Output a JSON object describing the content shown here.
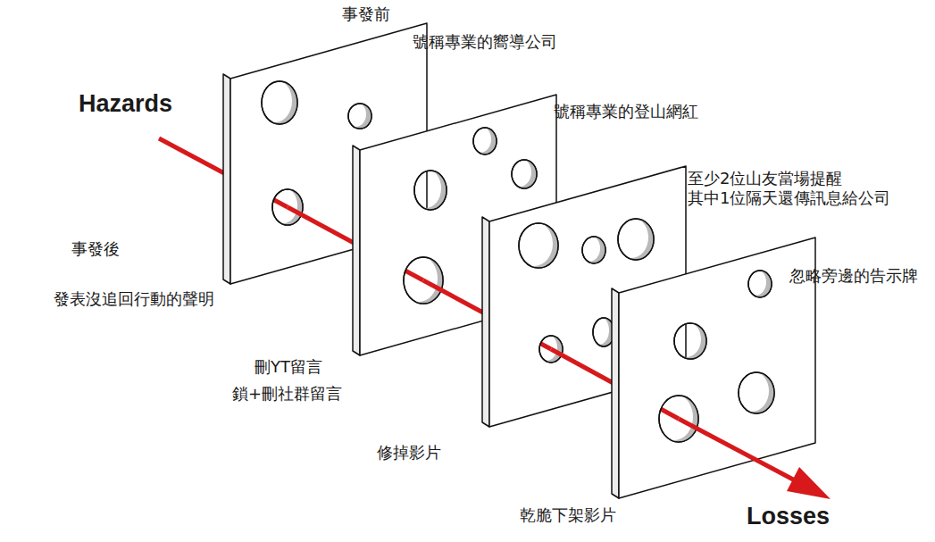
{
  "diagram": {
    "nodes": [
      {
        "text": [
          "號稱專業的嚮導公司",
          "發表沒追回行動的聲明"
        ]
      },
      {
        "text": [
          "號稱專業的登山網紅",
          "刪YT留言",
          "鎖+刪社群留言"
        ]
      },
      {
        "text": [
          "至少2位山友當場提醒 其中1位隔天還傳訊息給公司",
          "修掉影片"
        ]
      },
      {
        "text": [
          "忽略旁邊的告示牌",
          "乾脆下架影片"
        ]
      }
    ],
    "labels": [
      "事發前",
      "Hazards",
      "事發後",
      "Losses"
    ]
  }
}
